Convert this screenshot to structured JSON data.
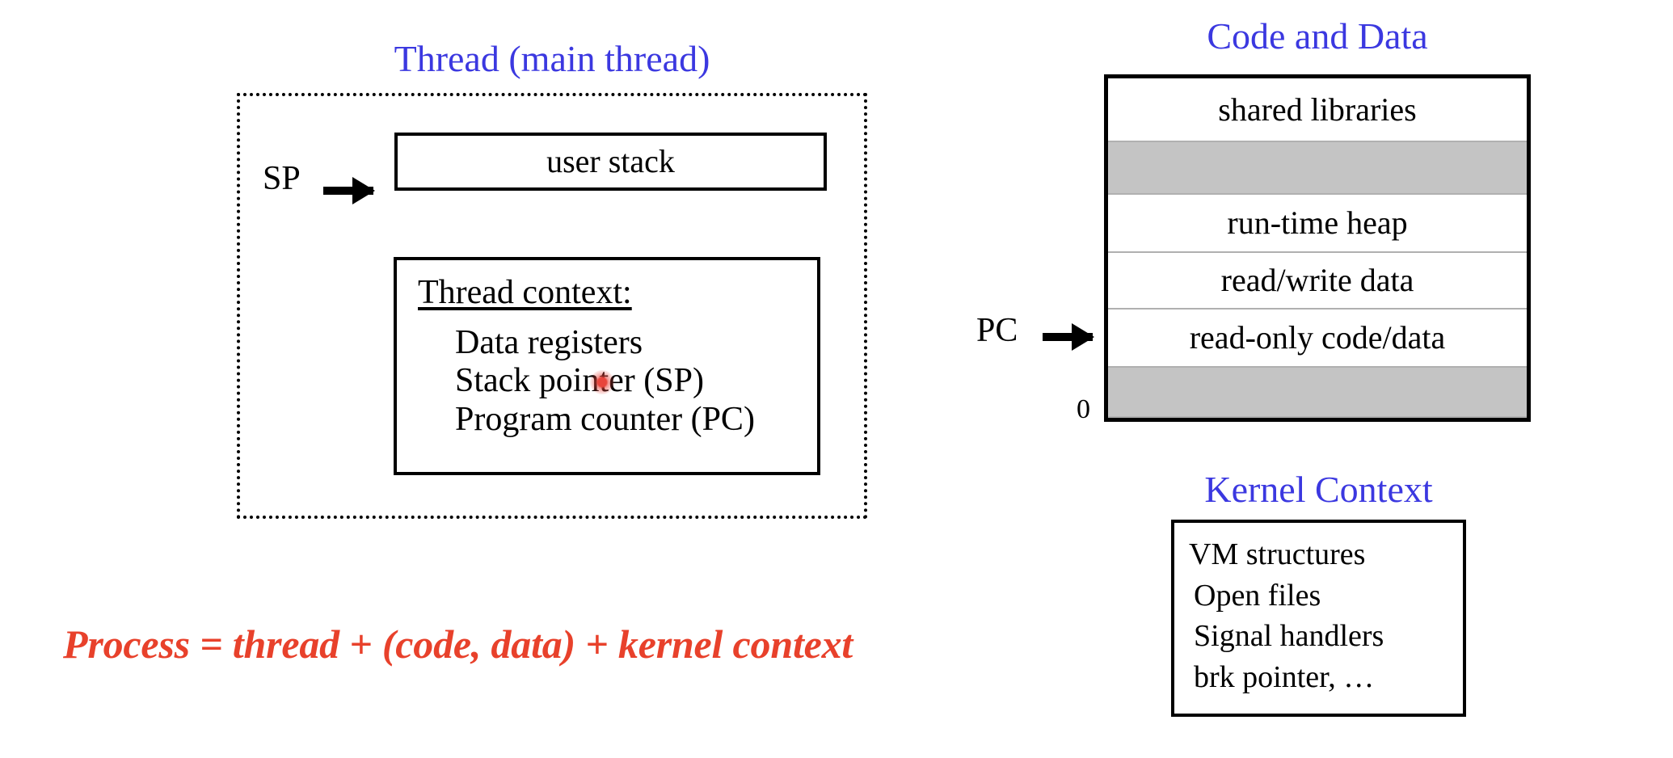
{
  "colors": {
    "title_blue": "#3B38E0",
    "equation_red": "#E8412B",
    "shaded_row": "#C4C4C4",
    "outline_black": "#000000",
    "cursor_red": "#E8453C"
  },
  "thread_section": {
    "title": "Thread (main thread)",
    "user_stack_label": "user stack",
    "sp_pointer_label": "SP",
    "context_box": {
      "heading": "Thread context:",
      "items": [
        "Data registers",
        "Stack pointer (SP)",
        "Program counter (PC)"
      ]
    }
  },
  "code_and_data_section": {
    "title": "Code and Data",
    "pc_pointer_label": "PC",
    "base_address_label": "0",
    "rows": [
      {
        "label": "shared libraries",
        "shaded": false
      },
      {
        "label": "",
        "shaded": true
      },
      {
        "label": "run-time heap",
        "shaded": false
      },
      {
        "label": "read/write data",
        "shaded": false
      },
      {
        "label": "read-only code/data",
        "shaded": false
      },
      {
        "label": "",
        "shaded": true
      }
    ]
  },
  "kernel_context_section": {
    "title": "Kernel Context",
    "items": [
      "VM structures",
      "Open files",
      "Signal handlers",
      "brk pointer, …"
    ]
  },
  "equation": {
    "text": "Process = thread + (code, data) + kernel context"
  }
}
